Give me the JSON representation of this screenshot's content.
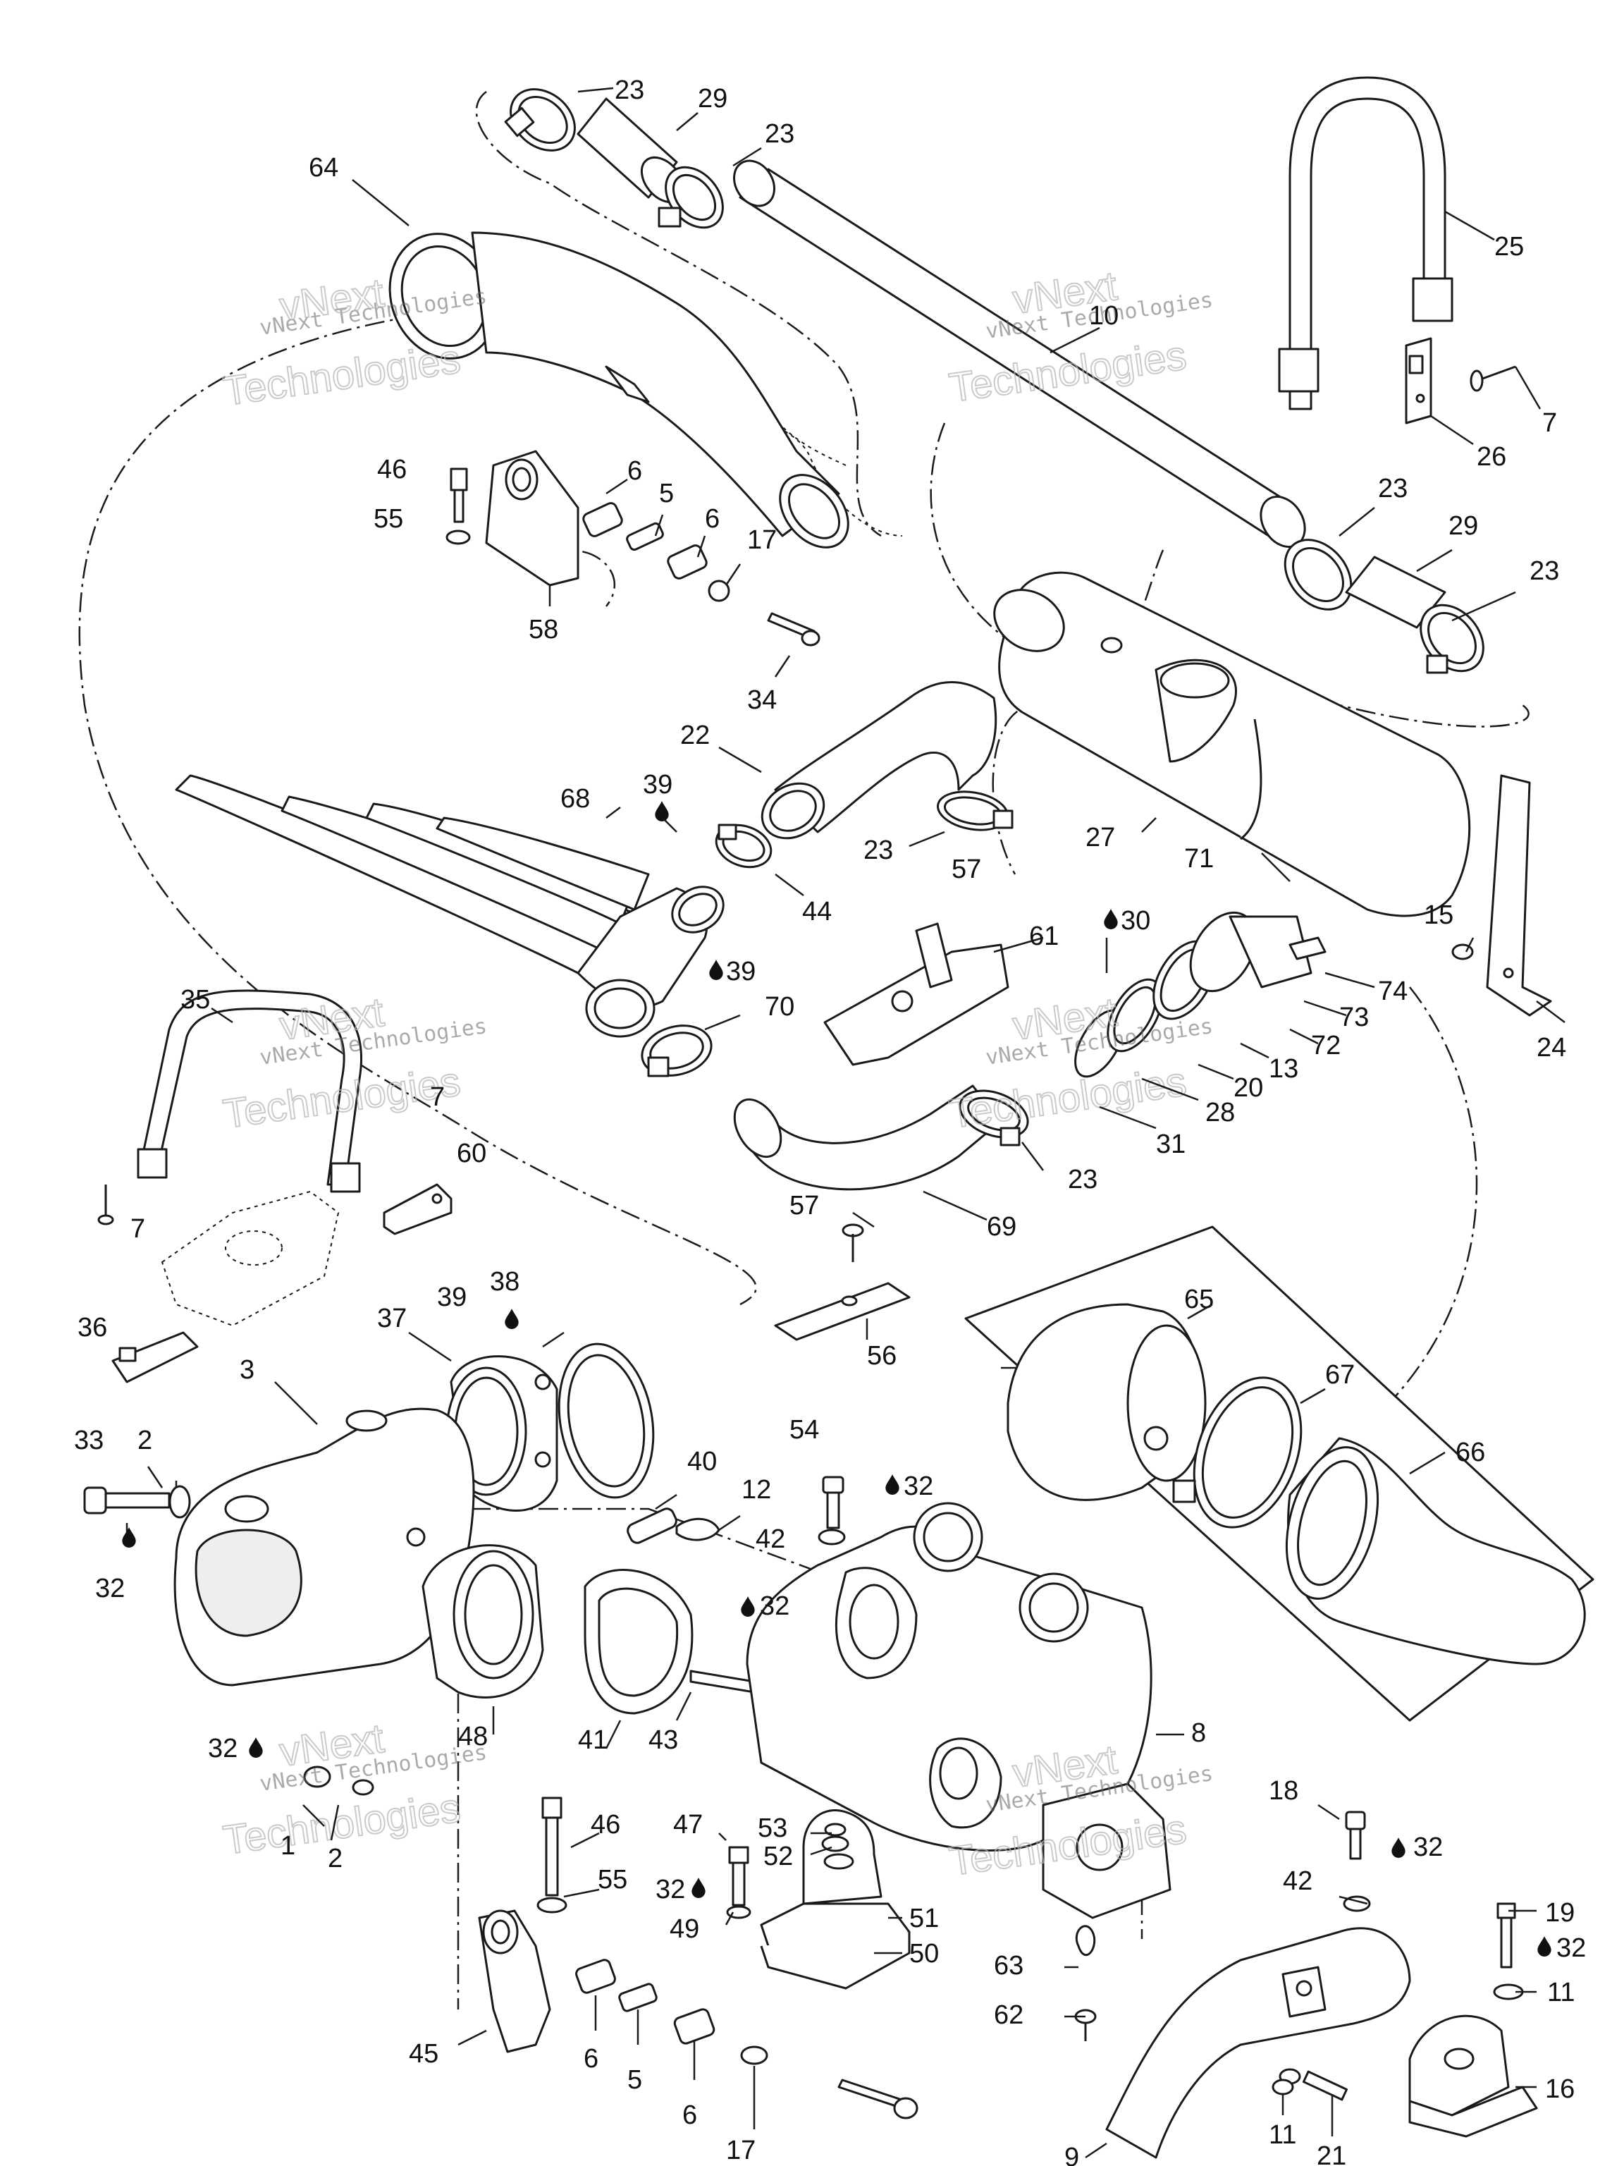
{
  "callouts": {
    "c23a": "23",
    "c29a": "29",
    "c23b": "23",
    "c64": "64",
    "c25": "25",
    "c10": "10",
    "c7a": "7",
    "c26": "26",
    "c46a": "46",
    "c6a": "6",
    "c5a": "5",
    "c55a": "55",
    "c6b": "6",
    "c17a": "17",
    "c58": "58",
    "c34": "34",
    "c23c": "23",
    "c29b": "29",
    "c23d": "23",
    "c22": "22",
    "c39a": "39",
    "c68": "68",
    "c23e": "23",
    "c27": "27",
    "c57a": "57",
    "c44": "44",
    "c71": "71",
    "c30": "30",
    "c15": "15",
    "c61": "61",
    "c39b": "39",
    "c35": "35",
    "c70": "70",
    "c74": "74",
    "c73": "73",
    "c72": "72",
    "c24": "24",
    "c13": "13",
    "c20": "20",
    "c28": "28",
    "c31": "31",
    "c7b": "7",
    "c60": "60",
    "c23f": "23",
    "c7c": "7",
    "c69": "69",
    "c57b": "57",
    "c38": "38",
    "c39c": "39",
    "c37": "37",
    "c65": "65",
    "c36": "36",
    "c56": "56",
    "c3": "3",
    "c67": "67",
    "c33": "33",
    "c2a": "2",
    "c54": "54",
    "c66": "66",
    "c40": "40",
    "c32a": "32",
    "c12": "12",
    "c42a": "42",
    "c32b": "32",
    "c32c": "32",
    "c48": "48",
    "c41": "41",
    "c43": "43",
    "c8": "8",
    "c32d": "32",
    "c18": "18",
    "c32e": "32",
    "c1": "1",
    "c2b": "2",
    "c46b": "46",
    "c47": "47",
    "c53": "53",
    "c52": "52",
    "c55b": "55",
    "c32f": "32",
    "c42b": "42",
    "c49": "49",
    "c51": "51",
    "c19": "19",
    "c32g": "32",
    "c50": "50",
    "c63": "63",
    "c11a": "11",
    "c45": "45",
    "c62": "62",
    "c6c": "6",
    "c5b": "5",
    "c6d": "6",
    "c16": "16",
    "c11b": "11",
    "c17b": "17",
    "c21": "21",
    "c9": "9"
  },
  "watermark": {
    "line1": "vNext Technologies",
    "line2": "vNext",
    "line3": "Technologies"
  },
  "icons": {
    "drop": "oil-drop-icon"
  }
}
